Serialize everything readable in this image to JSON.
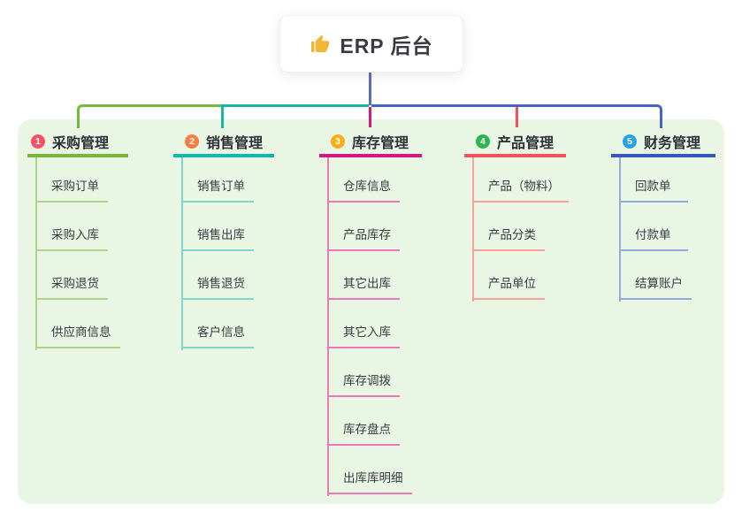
{
  "root": {
    "icon": "thumbs-up-icon",
    "title": "ERP 后台"
  },
  "palette": {
    "canvas_bg": "#ffffff",
    "panel_bg": "#e9f6e3",
    "root_connector": "#5b6ac4",
    "bus_right_blue": "#4663c9",
    "text_dark": "#2f313a",
    "child_text": "#3a3b43",
    "root_icon_color": "#f2b633"
  },
  "branches": [
    {
      "num": "1",
      "label": "采购管理",
      "badge_color": "#f4526a",
      "line_color": "#77b73e",
      "child_line_color": "#abd58d",
      "children": [
        "采购订单",
        "采购入库",
        "采购退货",
        "供应商信息"
      ]
    },
    {
      "num": "2",
      "label": "销售管理",
      "badge_color": "#fb7c3f",
      "line_color": "#14b8ab",
      "child_line_color": "#7fd6cd",
      "children": [
        "销售订单",
        "销售出库",
        "销售退货",
        "客户信息"
      ]
    },
    {
      "num": "3",
      "label": "库存管理",
      "badge_color": "#fbae17",
      "line_color": "#d6177f",
      "child_line_color": "#ef78ba",
      "children": [
        "仓库信息",
        "产品库存",
        "其它出库",
        "其它入库",
        "库存调拨",
        "库存盘点",
        "出库库明细"
      ]
    },
    {
      "num": "4",
      "label": "产品管理",
      "badge_color": "#2eb553",
      "line_color": "#f4515c",
      "child_line_color": "#fba19e",
      "children": [
        "产品（物料）",
        "产品分类",
        "产品单位"
      ]
    },
    {
      "num": "5",
      "label": "财务管理",
      "badge_color": "#29a3e8",
      "line_color": "#3457c1",
      "child_line_color": "#93aade",
      "children": [
        "回款单",
        "付款单",
        "结算账户"
      ]
    }
  ]
}
